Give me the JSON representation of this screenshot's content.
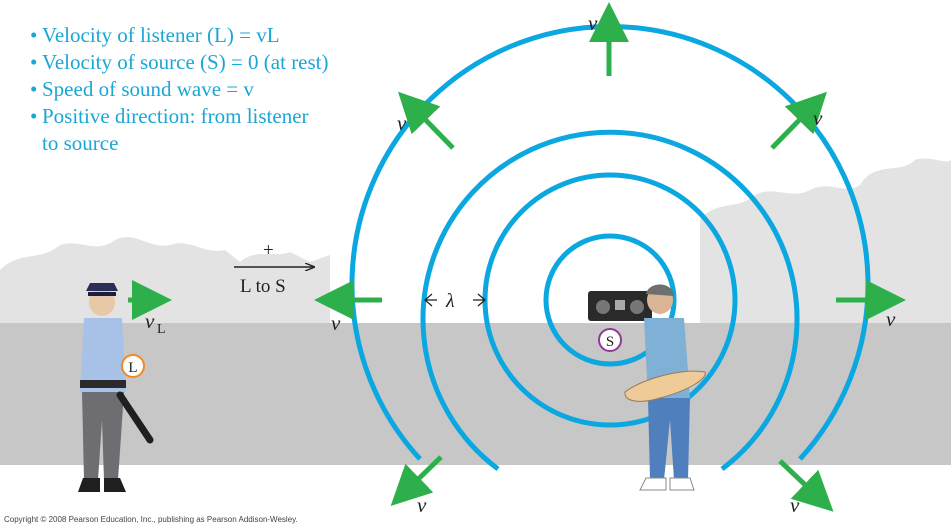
{
  "bullets": {
    "line1": "Velocity of listener (L) = vL",
    "line2": "Velocity of source (S) = 0 (at rest)",
    "line3": "Speed of sound wave = v",
    "line4": "Positive direction: from listener",
    "line4_cont": "to source"
  },
  "labels": {
    "v": "v",
    "v_listener": "v",
    "v_listener_sub": "L",
    "plus": "+",
    "l_to_s": "L to S",
    "lambda": "λ",
    "listener_marker": "L",
    "source_marker": "S"
  },
  "copyright": "Copyright © 2008 Pearson Education, Inc., publishing as Pearson Addison-Wesley.",
  "colors": {
    "wave": "#0aa7e0",
    "arrow": "#2db04b",
    "text_blue": "#1aa6d6",
    "listener_marker": "#f08a24",
    "source_marker": "#8e3a96",
    "ground": "#c8c8c8",
    "background_clouds": "#e4e4e4"
  }
}
